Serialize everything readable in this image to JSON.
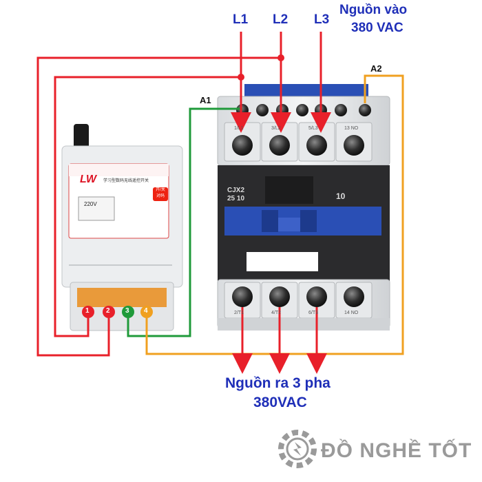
{
  "labels": {
    "l1": "L1",
    "l2": "L2",
    "l3": "L3",
    "input_line1": "Nguồn vào",
    "input_line2": "380 VAC",
    "a1": "A1",
    "a2": "A2",
    "output_line1": "Nguồn ra 3 pha",
    "output_line2": "380VAC"
  },
  "remote_switch": {
    "brand": "LW",
    "title": "学习型数码无线遥控开关",
    "badge_line1": "开/关",
    "badge_line2": "对码",
    "voltage": "220V",
    "terminal_numbers": [
      "1",
      "2",
      "3",
      "4"
    ]
  },
  "contactor": {
    "model_line1": "CJX2",
    "model_line2": "25 10",
    "contact_code": "10",
    "top_terminals": [
      "1/L1",
      "3/L2",
      "5/L3",
      "13 NO"
    ],
    "bottom_terminals": [
      "2/T1",
      "4/T2",
      "6/T3",
      "14 NO"
    ]
  },
  "logo": {
    "text": "ĐỒ NGHỀ TỐT"
  },
  "colors": {
    "label_blue": "#1f2fb8",
    "wire_red": "#e8202a",
    "wire_green": "#1f9a3a",
    "wire_orange": "#f0a020",
    "contactor_blue": "#2a4fb5",
    "logo_gray": "#9a9a9a"
  }
}
